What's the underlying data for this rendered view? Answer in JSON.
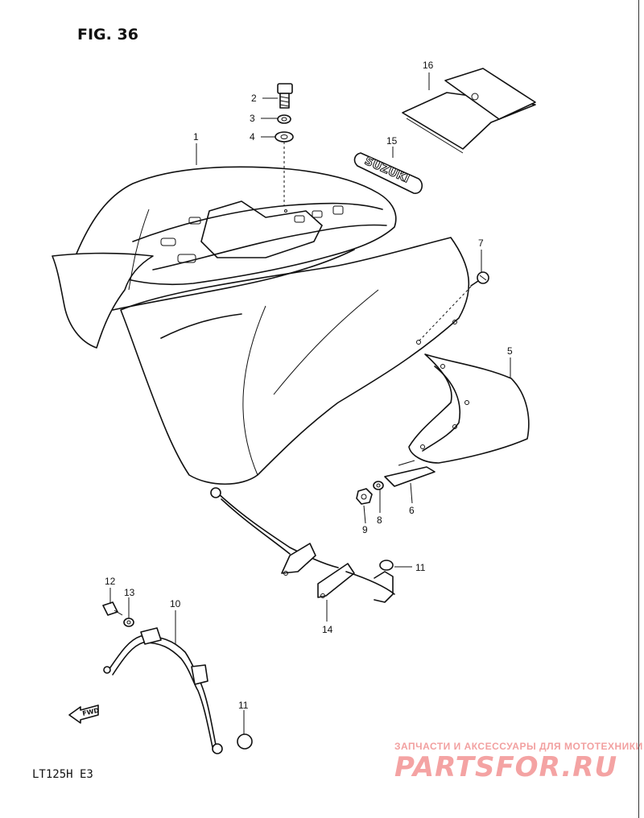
{
  "figure": {
    "title": "FIG. 36",
    "model": "LT125H  E3"
  },
  "watermark": {
    "tagline": "ЗАПЧАСТИ И АКСЕССУАРЫ ДЛЯ МОТОТЕХНИКИ",
    "brand": "PARTSFOR.RU"
  },
  "emblem": {
    "text": "SUZUKI"
  },
  "fwd_label": "FWD",
  "callouts": {
    "c1": "1",
    "c2": "2",
    "c3": "3",
    "c4": "4",
    "c5": "5",
    "c6": "6",
    "c7": "7",
    "c8": "8",
    "c9": "9",
    "c10": "10",
    "c11a": "11",
    "c11b": "11",
    "c12": "12",
    "c13": "13",
    "c14": "14",
    "c15": "15",
    "c16": "16"
  }
}
